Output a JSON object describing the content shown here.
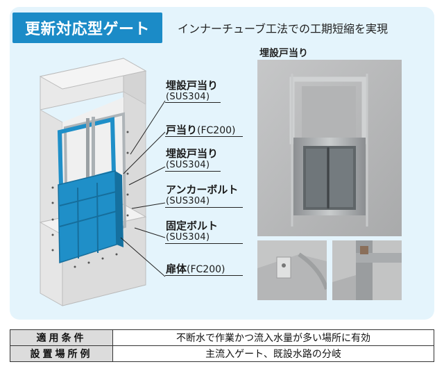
{
  "header": {
    "title": "更新対応型ゲート",
    "subtitle": "インナーチューブ工法での工期短縮を実現"
  },
  "photo": {
    "caption": "埋設戸当り"
  },
  "labels": [
    {
      "main": "埋設戸当り",
      "sub": "(SUS304)"
    },
    {
      "main": "戸当り",
      "paren": "(FC200)"
    },
    {
      "main": "埋設戸当り",
      "sub": "(SUS304)"
    },
    {
      "main": "アンカーボルト",
      "sub": "(SUS304)"
    },
    {
      "main": "固定ボルト",
      "sub": "(SUS304)"
    },
    {
      "main": "扉体",
      "paren": "(FC200)"
    }
  ],
  "table": {
    "rows": [
      {
        "head": "適用条件",
        "value": "不断水で作業かつ流入水量が多い場所に有効"
      },
      {
        "head": "設置場所例",
        "value": "主流入ゲート、既設水路の分岐"
      }
    ]
  },
  "colors": {
    "accent": "#1b8bc7",
    "panel": "#e4f4fc",
    "gate": "#1f8fc8"
  }
}
